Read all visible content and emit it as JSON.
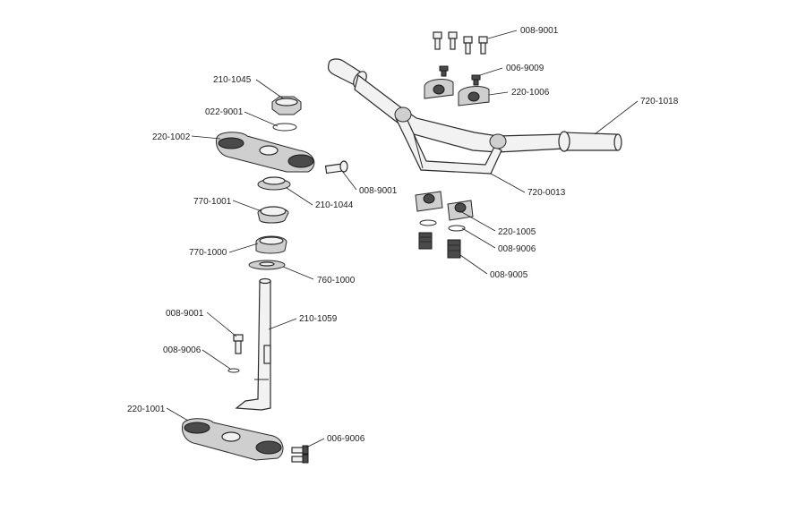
{
  "diagram": {
    "callouts": [
      {
        "id": "c-008-9001-top",
        "label": "008-9001"
      },
      {
        "id": "c-006-9009",
        "label": "006-9009"
      },
      {
        "id": "c-220-1006",
        "label": "220-1006"
      },
      {
        "id": "c-720-1018",
        "label": "720-1018"
      },
      {
        "id": "c-720-0013",
        "label": "720-0013"
      },
      {
        "id": "c-220-1005",
        "label": "220-1005"
      },
      {
        "id": "c-008-9006-right",
        "label": "008-9006"
      },
      {
        "id": "c-008-9005",
        "label": "008-9005"
      },
      {
        "id": "c-210-1045",
        "label": "210-1045"
      },
      {
        "id": "c-022-9001",
        "label": "022-9001"
      },
      {
        "id": "c-220-1002",
        "label": "220-1002"
      },
      {
        "id": "c-008-9001-mid",
        "label": "008-9001"
      },
      {
        "id": "c-210-1044",
        "label": "210-1044"
      },
      {
        "id": "c-770-1001",
        "label": "770-1001"
      },
      {
        "id": "c-770-1000",
        "label": "770-1000"
      },
      {
        "id": "c-760-1000",
        "label": "760-1000"
      },
      {
        "id": "c-008-9001-low",
        "label": "008-9001"
      },
      {
        "id": "c-210-1059",
        "label": "210-1059"
      },
      {
        "id": "c-008-9006-left",
        "label": "008-9006"
      },
      {
        "id": "c-220-1001",
        "label": "220-1001"
      },
      {
        "id": "c-006-9006",
        "label": "006-9006"
      }
    ]
  }
}
